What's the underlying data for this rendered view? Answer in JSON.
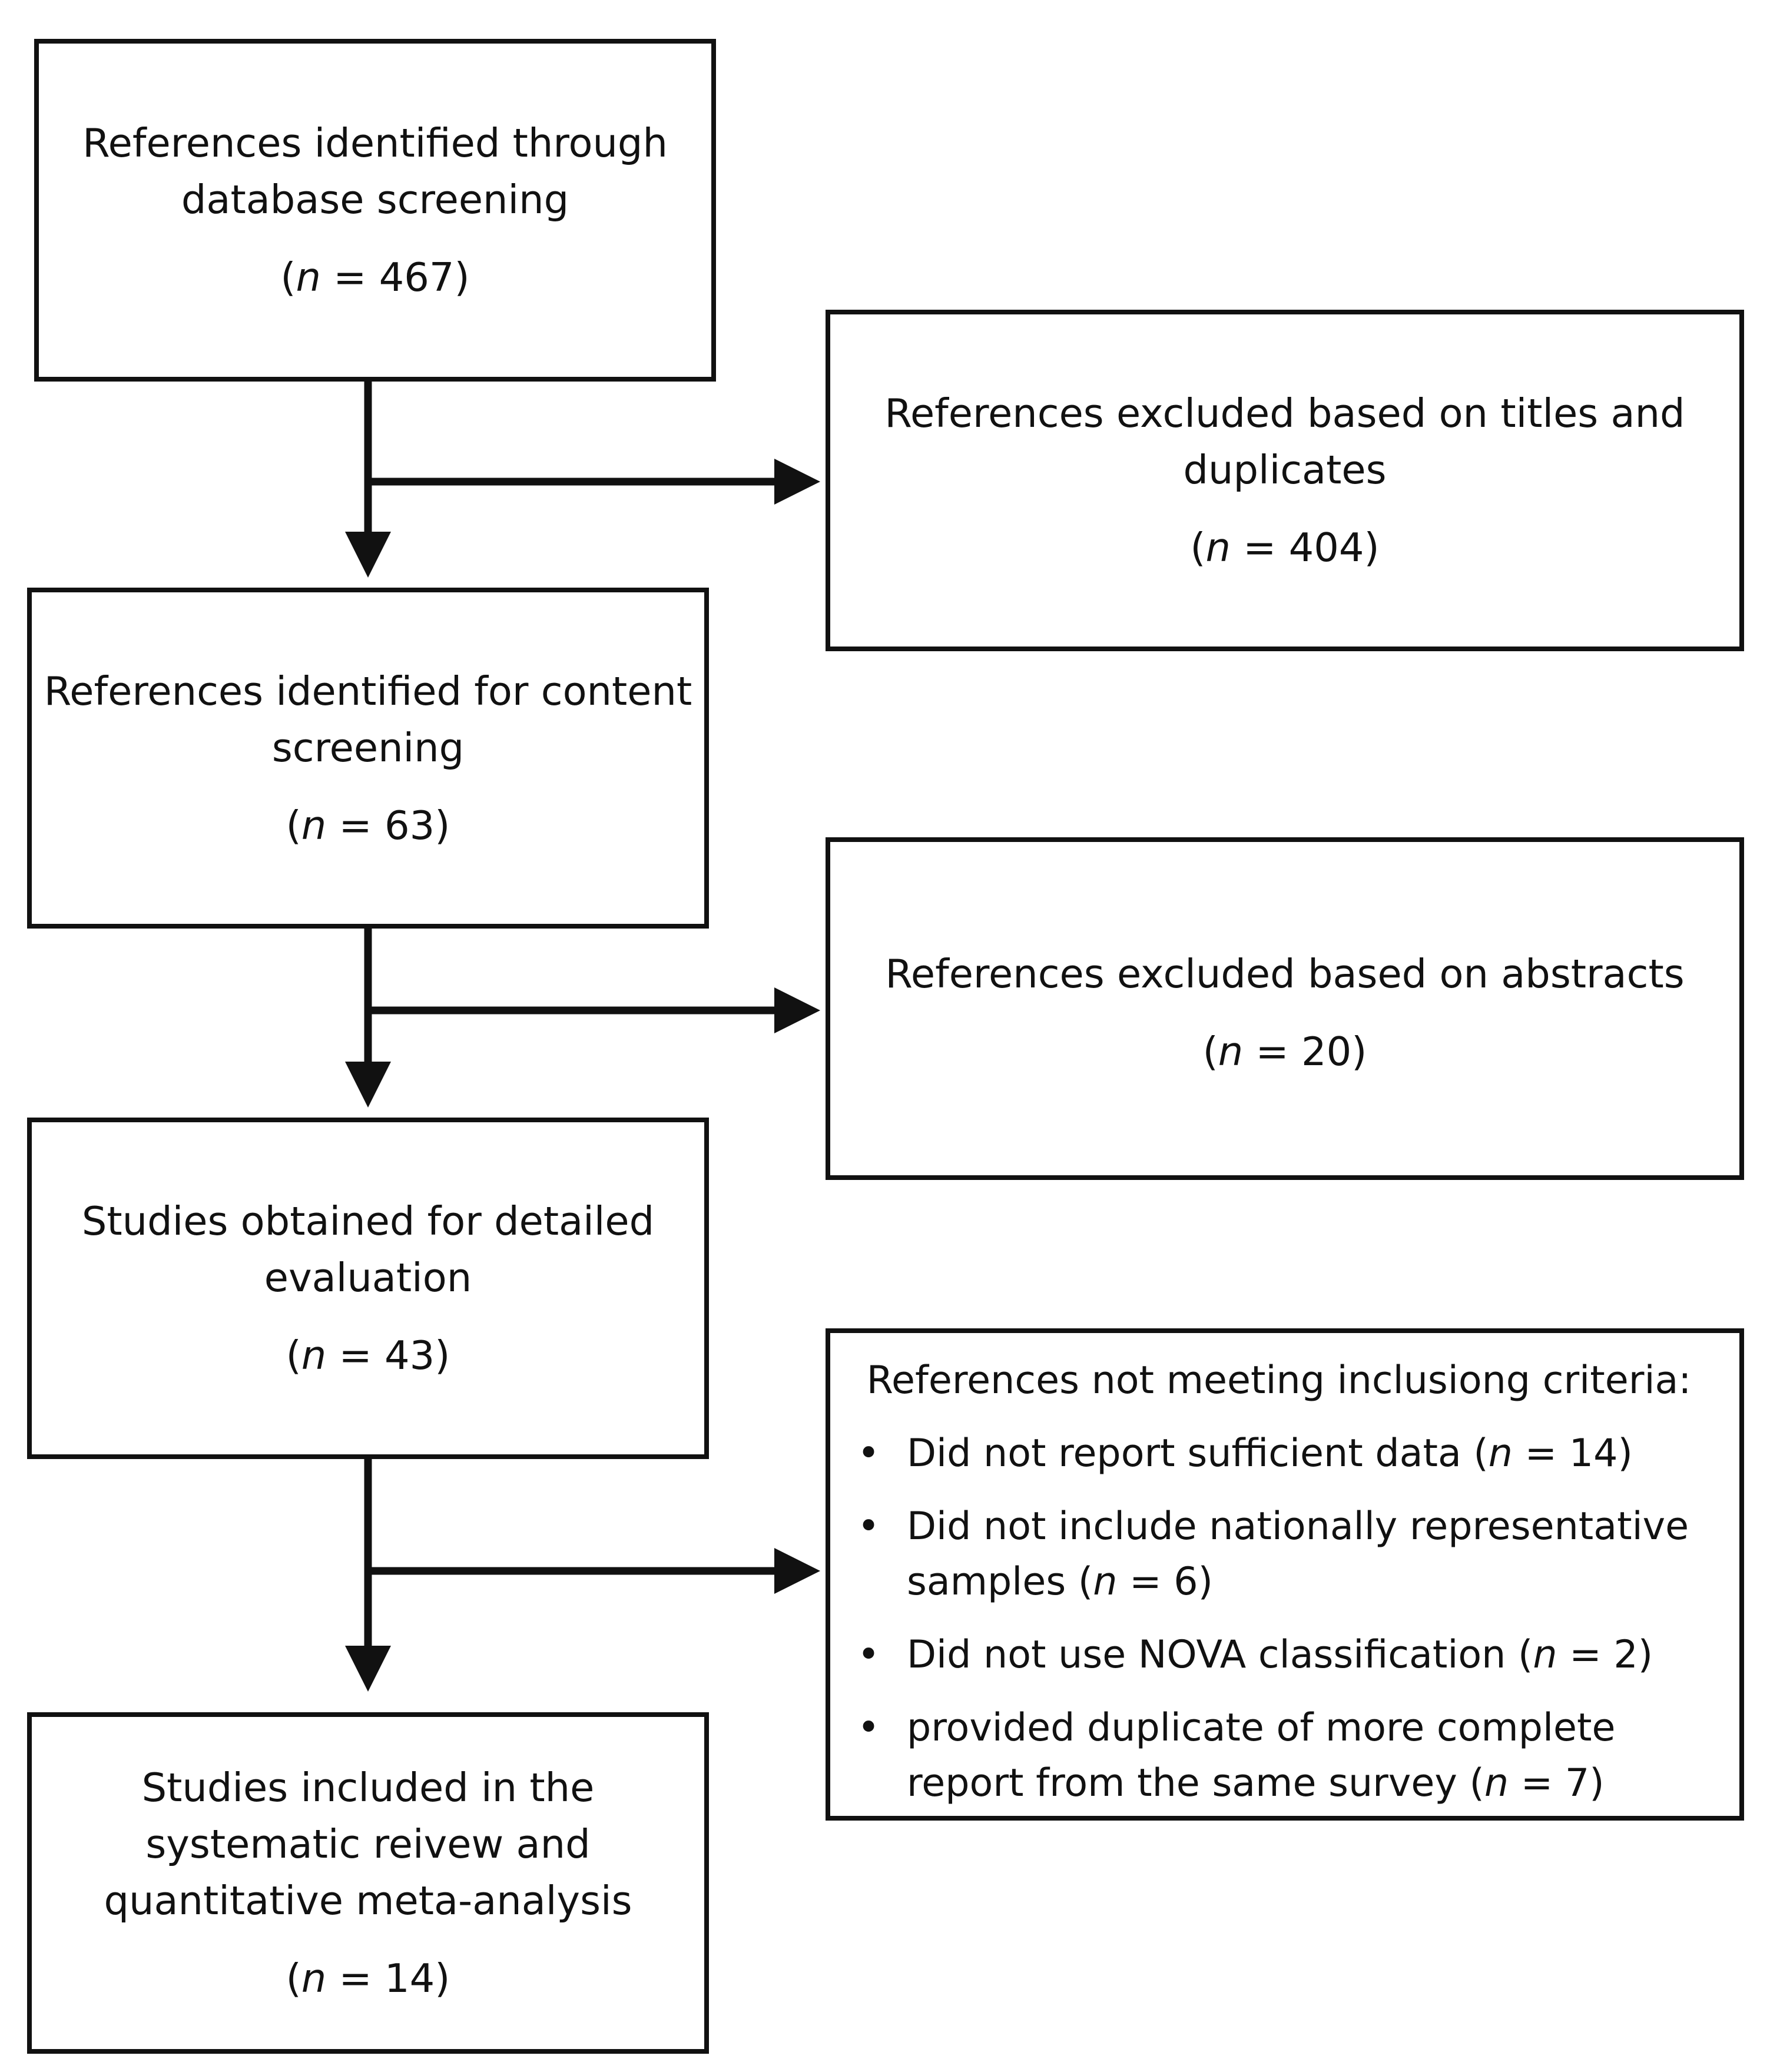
{
  "boxes": {
    "identified": {
      "line1": "References identified through",
      "line2": "database screening",
      "n_label": "n",
      "n_value": " = 467"
    },
    "excluded_titles": {
      "line1": "References excluded based on titles and",
      "line2": "duplicates",
      "n_label": "n",
      "n_value": " = 404"
    },
    "content_screening": {
      "line1": "References identified for content",
      "line2": "screening",
      "n_label": "n",
      "n_value": " = 63"
    },
    "excluded_abstracts": {
      "line1": "References excluded based on abstracts",
      "n_label": "n",
      "n_value": " = 20"
    },
    "detailed_evaluation": {
      "line1": "Studies obtained for detailed",
      "line2": "evaluation",
      "n_label": "n",
      "n_value": " = 43"
    },
    "not_meeting": {
      "title": "References not meeting inclusiong criteria:",
      "items": [
        {
          "text": "Did not report sufficient data (",
          "n_label": "n",
          "n_value": " = 14)"
        },
        {
          "text": "Did not include nationally representative samples (",
          "n_label": "n",
          "n_value": " = 6)"
        },
        {
          "text": "Did not use NOVA classification (",
          "n_label": "n",
          "n_value": " = 2)"
        },
        {
          "text": "provided duplicate of more complete report from the same survey (",
          "n_label": "n",
          "n_value": " = 7)"
        }
      ],
      "bullet": "•"
    },
    "included": {
      "line1": "Studies included in the",
      "line2": "systematic reivew and",
      "line3": "quantitative meta-analysis",
      "n_label": "n",
      "n_value": " = 14"
    }
  }
}
